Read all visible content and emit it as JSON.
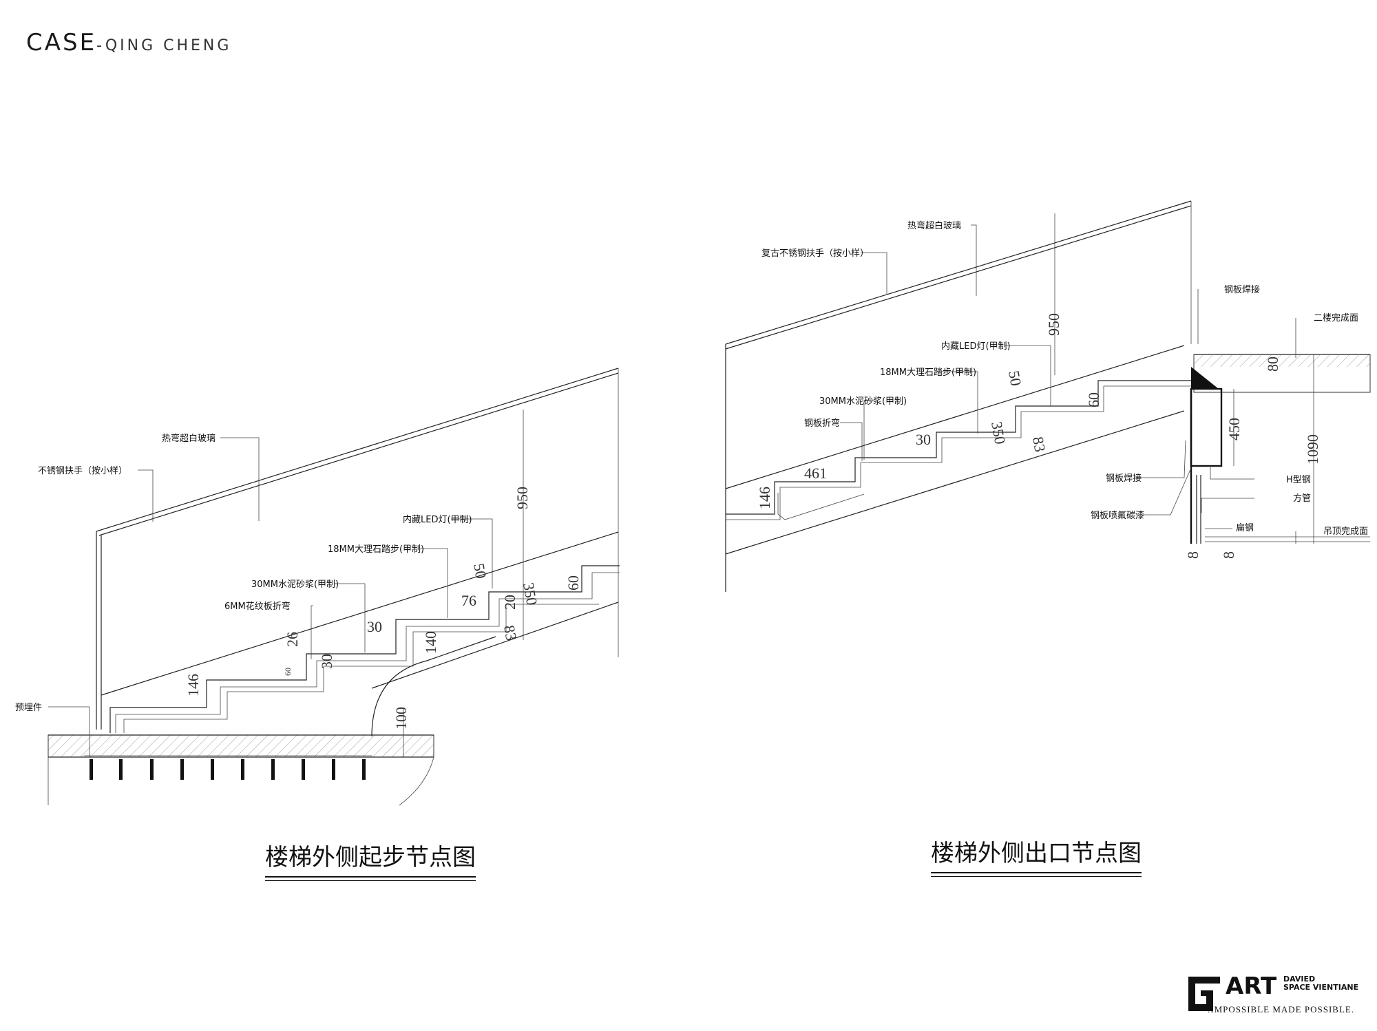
{
  "header": {
    "case": "CASE",
    "project": "-QING CHENG"
  },
  "left_drawing": {
    "title": "楼梯外侧起步节点图",
    "labels": {
      "handrail": "不锈钢扶手（按小样）",
      "glass": "热弯超白玻璃",
      "led": "内藏LED灯(甲制)",
      "marble": "18MM大理石踏步(甲制)",
      "mortar": "30MM水泥砂浆(甲制)",
      "plate": "6MM花纹板折弯",
      "embed": "预埋件"
    },
    "dims": {
      "d950": "950",
      "d50": "50",
      "d60": "60",
      "d76": "76",
      "d20": "20",
      "d350": "350",
      "d83": "83",
      "d30a": "30",
      "d140": "140",
      "d26": "26",
      "d60s": "60",
      "d30b": "30",
      "d146": "146",
      "d100": "100"
    }
  },
  "right_drawing": {
    "title": "楼梯外侧出口节点图",
    "labels": {
      "glass": "热弯超白玻璃",
      "handrail": "复古不锈钢扶手（按小样）",
      "led": "内藏LED灯(甲制)",
      "marble": "18MM大理石踏步(甲制)",
      "mortar": "30MM水泥砂浆(甲制)",
      "plate": "钢板折弯",
      "weld_top": "钢板焊接",
      "floor2": "二楼完成面",
      "weld_mid": "钢板焊接",
      "hsteel": "H型钢",
      "tube": "方管",
      "paint": "钢板喷氟碳漆",
      "flat": "扁钢",
      "ceiling": "吊顶完成面"
    },
    "dims": {
      "d950": "950",
      "d50": "50",
      "d60": "60",
      "d350": "350",
      "d83": "83",
      "d30": "30",
      "d461": "461",
      "d146": "146",
      "d80": "80",
      "d450": "450",
      "d1090": "1090",
      "d8a": "8",
      "d8b": "8"
    }
  },
  "logo": {
    "brand": "ART",
    "company_line1": "DAVIED",
    "company_line2": "SPACE VIENTIANE",
    "tagline": ".IMPOSSIBLE MADE POSSIBLE."
  }
}
